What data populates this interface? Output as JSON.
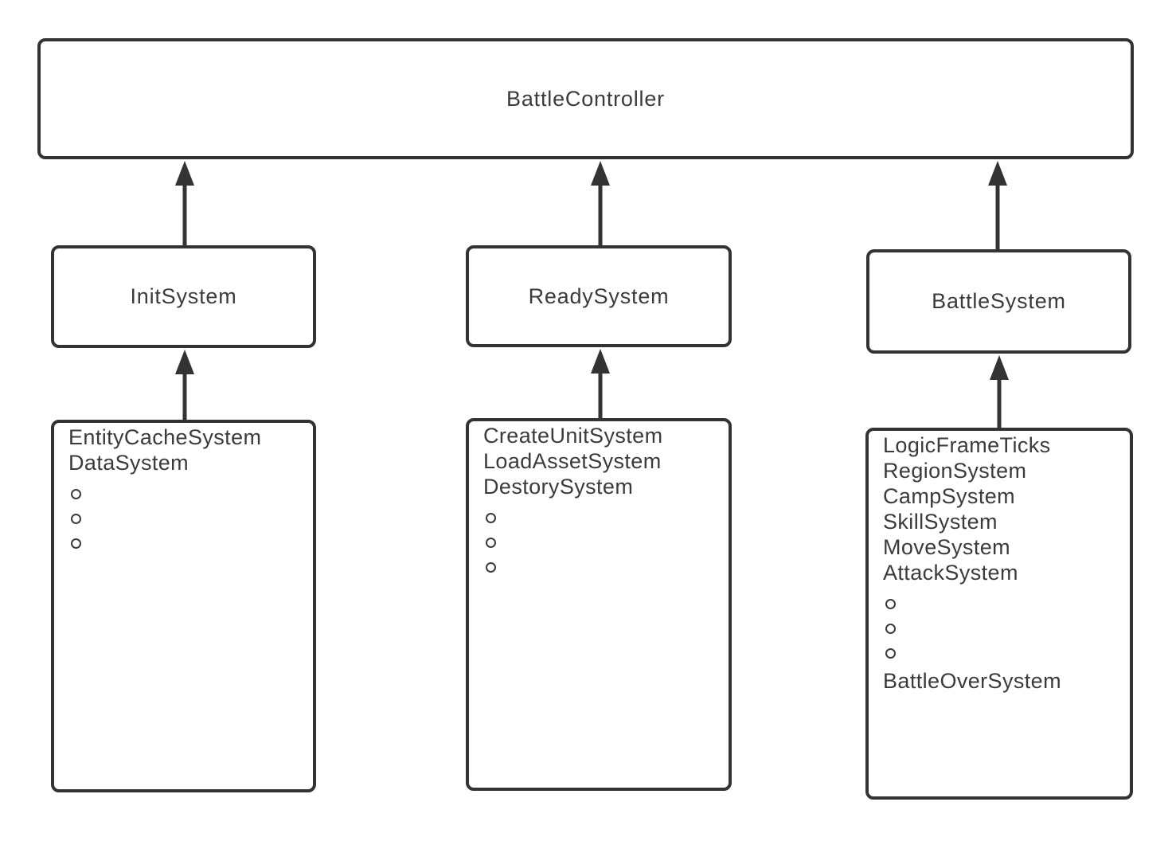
{
  "root": {
    "label": "BattleController"
  },
  "columns": [
    {
      "system_label": "InitSystem",
      "subsystems": [
        "EntityCacheSystem",
        "DataSystem"
      ],
      "placeholder_dots": 3,
      "dot_symbol": "°",
      "subsystems_after_dots": []
    },
    {
      "system_label": "ReadySystem",
      "subsystems": [
        "CreateUnitSystem",
        "LoadAssetSystem",
        "DestorySystem"
      ],
      "placeholder_dots": 3,
      "dot_symbol": "°",
      "subsystems_after_dots": []
    },
    {
      "system_label": "BattleSystem",
      "subsystems": [
        "LogicFrameTicks",
        "RegionSystem",
        "CampSystem",
        "SkillSystem",
        "MoveSystem",
        "AttackSystem"
      ],
      "placeholder_dots": 3,
      "dot_symbol": "°",
      "subsystems_after_dots": [
        "BattleOverSystem"
      ]
    }
  ],
  "colors": {
    "line": "#333333",
    "text": "#3b3b3b",
    "background": "#ffffff"
  }
}
